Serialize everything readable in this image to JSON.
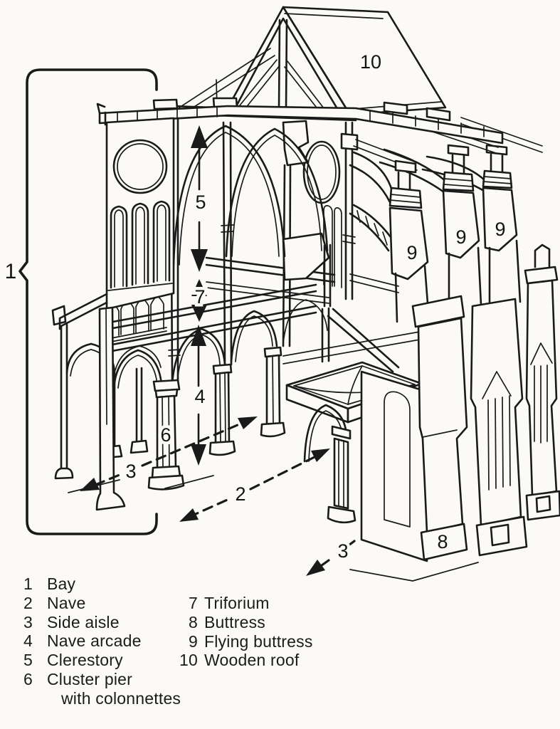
{
  "figure": {
    "alt": "Cutaway perspective line drawing of one bay of a Gothic cathedral"
  },
  "callouts": {
    "bay": "1",
    "nave": "2",
    "side_aisle": "3",
    "nave_arcade": "4",
    "clerestory": "5",
    "cluster_pier": "6",
    "triforium": "7",
    "buttress": "8",
    "flying_buttress": "9",
    "wooden_roof": "10"
  },
  "legend": {
    "col1": [
      {
        "num": "1",
        "label": "Bay"
      },
      {
        "num": "2",
        "label": "Nave"
      },
      {
        "num": "3",
        "label": "Side aisle"
      },
      {
        "num": "4",
        "label": "Nave arcade"
      },
      {
        "num": "5",
        "label": "Clerestory"
      },
      {
        "num": "6",
        "label": "Cluster pier"
      }
    ],
    "col1_continuation": "with colonnettes",
    "col2": [
      {
        "num": "7",
        "label": "Triforium"
      },
      {
        "num": "8",
        "label": "Buttress"
      },
      {
        "num": "9",
        "label": "Flying buttress"
      },
      {
        "num": "10",
        "label": "Wooden roof"
      }
    ]
  },
  "colors": {
    "ink": "#1a1a1a",
    "paper": "#fbfaf7"
  }
}
